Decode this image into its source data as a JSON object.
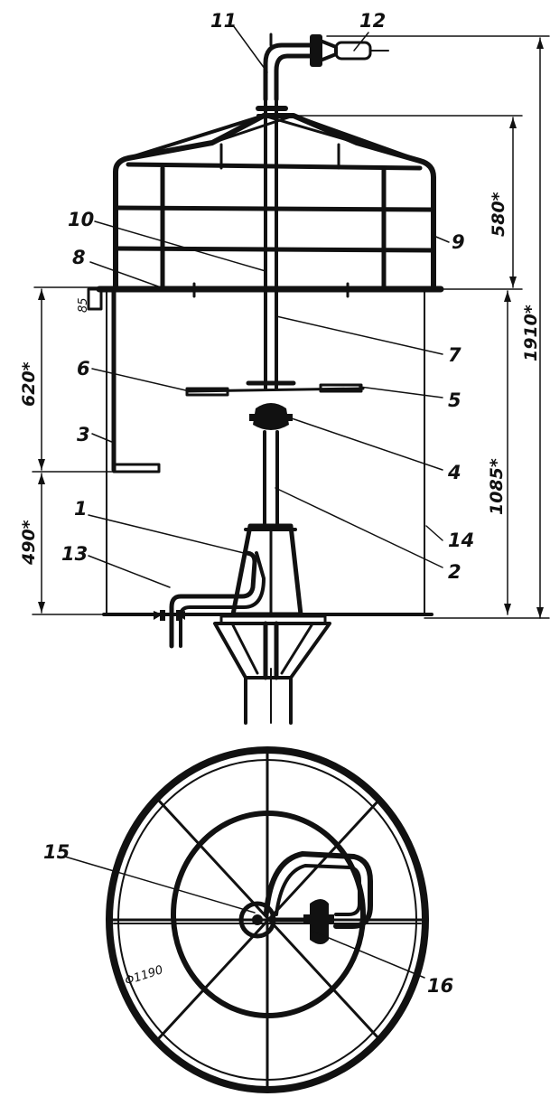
{
  "colors": {
    "ink": "#111111",
    "paper": "#ffffff"
  },
  "labels": {
    "p1": "1",
    "p2": "2",
    "p3": "3",
    "p4": "4",
    "p5": "5",
    "p6": "6",
    "p7": "7",
    "p8": "8",
    "p9": "9",
    "p10": "10",
    "p11": "11",
    "p12": "12",
    "p13": "13",
    "p14": "14",
    "p15": "15",
    "p16": "16"
  },
  "dimensions": {
    "d580": "580*",
    "d1910": "1910*",
    "d620": "620*",
    "d1085": "1085*",
    "d490": "490*",
    "d85": "85",
    "diameter": "Φ1190"
  }
}
